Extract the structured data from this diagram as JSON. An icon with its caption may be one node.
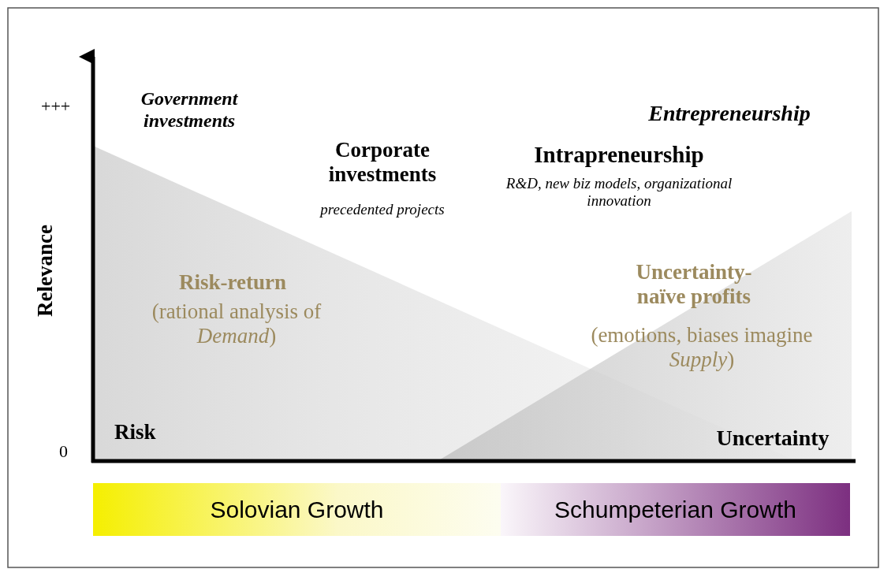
{
  "diagram": {
    "nodes": [
      {
        "text": [
          "Solovian Growth"
        ]
      },
      {
        "text": [
          "Schumpeterian Growth"
        ]
      }
    ],
    "labels": [
      "+++",
      "Government investments",
      "Entrepreneurship",
      "Corporate investments",
      "Intrapreneurship",
      "precedented projects",
      "R&D, new biz models, organizational innovation",
      "Relevance",
      "Risk-return",
      "(rational analysis of *Demand*)",
      "Uncertainty-naïve profits",
      "(emotions, biases imagine *Supply*)",
      "Risk",
      "0",
      "Uncertainty"
    ]
  }
}
